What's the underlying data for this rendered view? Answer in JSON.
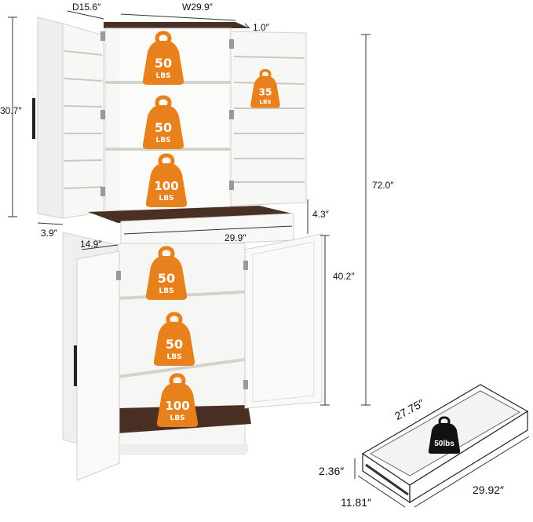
{
  "colors": {
    "cabinet_white": "#f4f4f2",
    "cabinet_edge": "#d6d6d2",
    "wood_top": "#4a2f24",
    "weight_orange": "#e8801c",
    "dimension_line": "#333333",
    "drawer_badge": "#111111"
  },
  "icons": [
    "weight-icon",
    "handle-icon",
    "hinge-icon"
  ],
  "dimensions": {
    "top_depth": "D15.6″",
    "top_width": "W29.9″",
    "top_thickness": "1.0″",
    "upper_height": "30.7″",
    "door_depth": "3.9″",
    "total_height": "72.0″",
    "drawer_height": "4.3″",
    "lower_height": "40.2″",
    "lower_depth": "14.9″",
    "drawer_width": "29.9″"
  },
  "shelf_loads": {
    "upper_shelf_1": {
      "num": "50",
      "unit": "LBS"
    },
    "upper_shelf_2": {
      "num": "50",
      "unit": "LBS"
    },
    "upper_shelf_3": {
      "num": "100",
      "unit": "LBS"
    },
    "door_rack": {
      "num": "35",
      "unit": "LBS"
    },
    "lower_shelf_1": {
      "num": "50",
      "unit": "LBS"
    },
    "lower_shelf_2": {
      "num": "50",
      "unit": "LBS"
    },
    "lower_shelf_3": {
      "num": "100",
      "unit": "LBS"
    }
  },
  "drawer_detail": {
    "length": "27.75″",
    "depth": "2.36″",
    "width_front": "11.81″",
    "width_side": "29.92″",
    "capacity": "50lbs"
  }
}
